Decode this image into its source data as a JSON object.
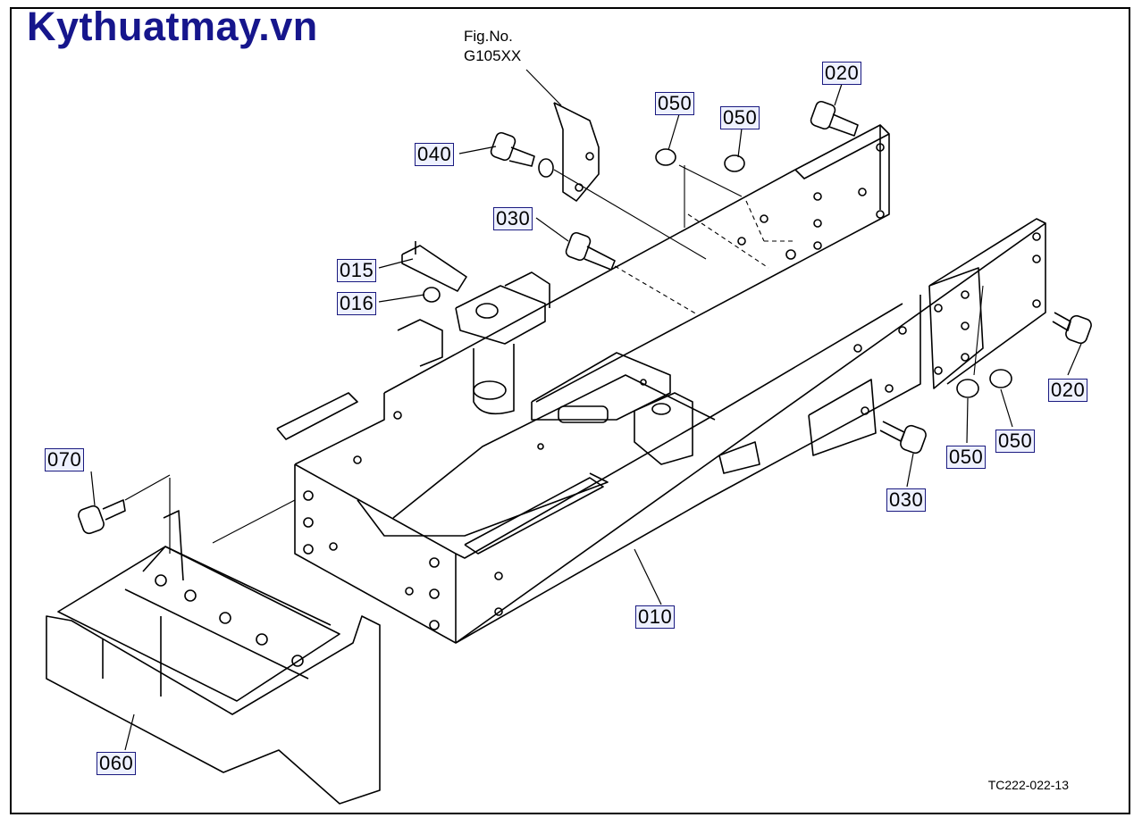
{
  "brand": {
    "text": "Kythuatmay.vn",
    "color": "#16168c"
  },
  "figure": {
    "label": "Fig.No.",
    "number": "G105XX"
  },
  "reference_code": "TC222-022-13",
  "callouts": {
    "c020_top": "020",
    "c050_a": "050",
    "c050_b": "050",
    "c040": "040",
    "c030_top": "030",
    "c015": "015",
    "c016": "016",
    "c070": "070",
    "c020_right": "020",
    "c050_c": "050",
    "c050_d": "050",
    "c030_right": "030",
    "c010": "010",
    "c060": "060"
  },
  "colors": {
    "line": "#000000",
    "callout_border": "#1a1a80",
    "callout_fill": "#eef1ff"
  }
}
